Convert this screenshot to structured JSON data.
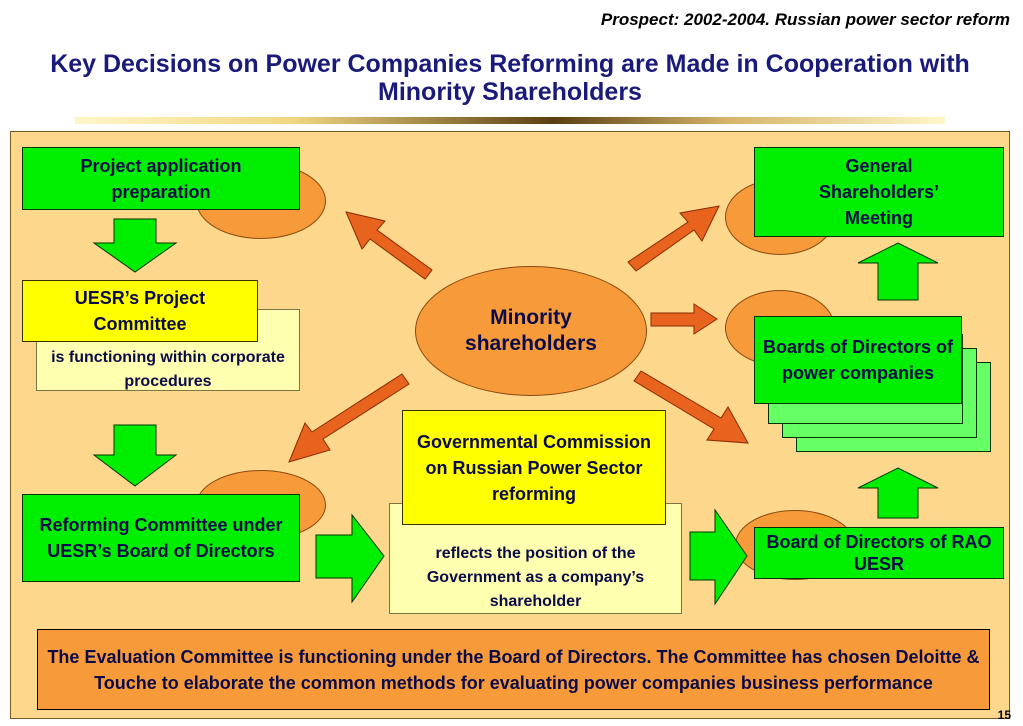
{
  "header": {
    "subtitle": "Prospect: 2002-2004. Russian power sector reform",
    "title": "Key Decisions on Power Companies Reforming are Made in Cooperation with Minority Shareholders"
  },
  "diagram": {
    "center": "Minority shareholders",
    "project_application": "Project application preparation",
    "uesr_committee": "UESR’s Project Committee",
    "uesr_committee_note": "is functioning within corporate procedures",
    "reforming_committee": "Reforming Committee under UESR’s Board of Directors",
    "gov_commission": "Governmental Commission on Russian Power Sector reforming",
    "gov_commission_note": "reflects the position of the Government as a company’s shareholder",
    "general_meeting": "General Shareholders’ Meeting",
    "boards_power": "Boards of Directors of power companies",
    "board_rao": "Board of Directors of RAO UESR"
  },
  "footer": {
    "evaluation_note": "The Evaluation Committee is functioning under the Board of Directors.  The Committee has chosen Deloitte & Touche to elaborate the common methods for evaluating power companies business performance",
    "page_number": "15"
  },
  "colors": {
    "panel": "#fcd78c",
    "oval": "#f79a3a",
    "green_box": "#00ee00",
    "yellow_box": "#ffff00",
    "arrow_orange": "#e8641e",
    "arrow_green": "#00ee00"
  }
}
